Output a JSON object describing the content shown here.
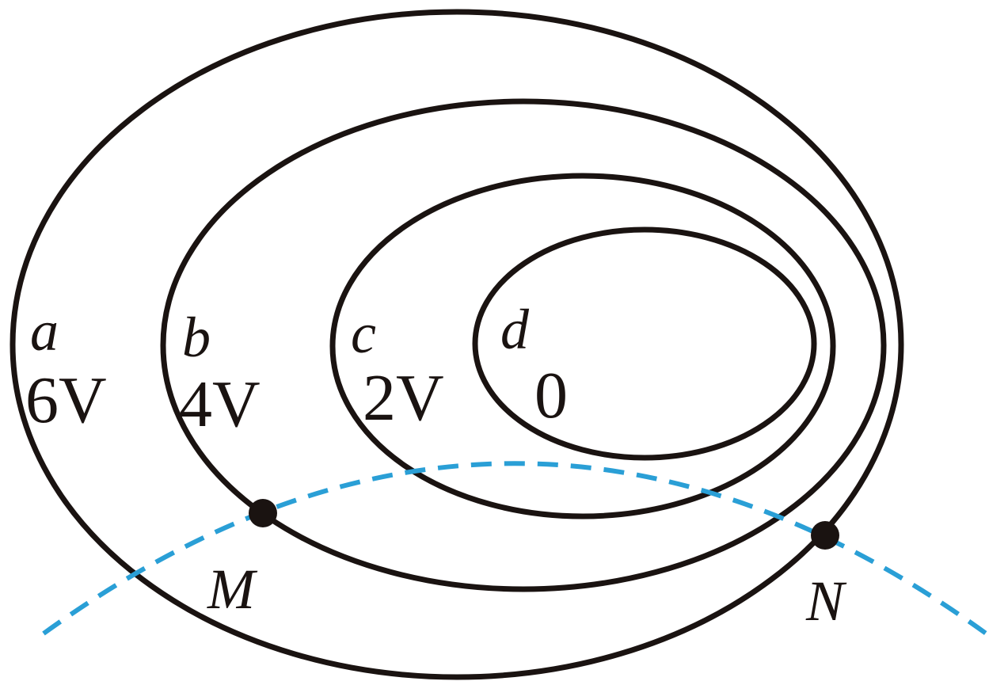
{
  "colors": {
    "equipotential": "#1a1311",
    "trajectory": "#2a9fd6",
    "point": "#1a1311"
  },
  "surfaces": [
    {
      "name": "a",
      "potential": "6V"
    },
    {
      "name": "b",
      "potential": "4V"
    },
    {
      "name": "c",
      "potential": "2V"
    },
    {
      "name": "d",
      "potential": "0"
    }
  ],
  "points": [
    {
      "label": "M"
    },
    {
      "label": "N"
    }
  ]
}
